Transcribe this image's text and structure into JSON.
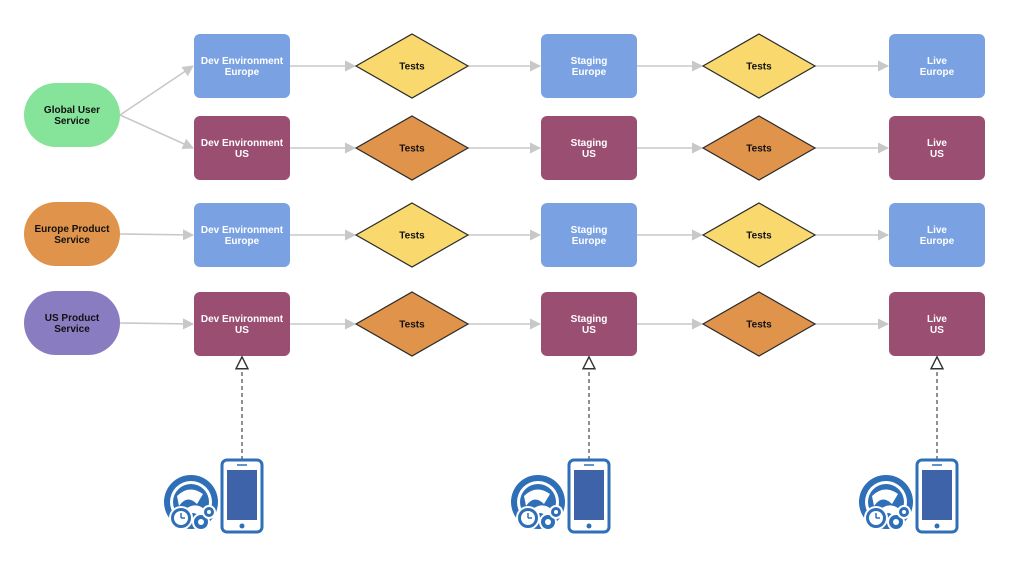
{
  "colors": {
    "blue": "#7aa2e3",
    "maroon": "#9a4e72",
    "yellow": "#f9d96e",
    "orange": "#e0934a",
    "green": "#86e39a",
    "purple": "#8a7cc0",
    "connector": "#c8c8c8",
    "dashed": "#555555",
    "icon_blue": "#2e6fb8"
  },
  "services": [
    {
      "name": "global",
      "lines": [
        "Global User",
        "Service"
      ],
      "color": "green"
    },
    {
      "name": "europe-product",
      "lines": [
        "Europe Product",
        "Service"
      ],
      "color": "orange"
    },
    {
      "name": "us-product",
      "lines": [
        "US Product",
        "Service"
      ],
      "color": "purple"
    }
  ],
  "pipelines": [
    {
      "region": "europe",
      "dev": {
        "lines": [
          "Dev Environment",
          "Europe"
        ],
        "color": "blue"
      },
      "test1": {
        "label": "Tests",
        "color": "yellow"
      },
      "staging": {
        "lines": [
          "Staging",
          "Europe"
        ],
        "color": "blue"
      },
      "test2": {
        "label": "Tests",
        "color": "yellow"
      },
      "live": {
        "lines": [
          "Live",
          "Europe"
        ],
        "color": "blue"
      }
    },
    {
      "region": "us",
      "dev": {
        "lines": [
          "Dev Environment",
          "US"
        ],
        "color": "maroon"
      },
      "test1": {
        "label": "Tests",
        "color": "orange"
      },
      "staging": {
        "lines": [
          "Staging",
          "US"
        ],
        "color": "maroon"
      },
      "test2": {
        "label": "Tests",
        "color": "orange"
      },
      "live": {
        "lines": [
          "Live",
          "US"
        ],
        "color": "maroon"
      }
    },
    {
      "region": "europe",
      "dev": {
        "lines": [
          "Dev Environment",
          "Europe"
        ],
        "color": "blue"
      },
      "test1": {
        "label": "Tests",
        "color": "yellow"
      },
      "staging": {
        "lines": [
          "Staging",
          "Europe"
        ],
        "color": "blue"
      },
      "test2": {
        "label": "Tests",
        "color": "yellow"
      },
      "live": {
        "lines": [
          "Live",
          "Europe"
        ],
        "color": "blue"
      }
    },
    {
      "region": "us",
      "dev": {
        "lines": [
          "Dev Environment",
          "US"
        ],
        "color": "maroon"
      },
      "test1": {
        "label": "Tests",
        "color": "orange"
      },
      "staging": {
        "lines": [
          "Staging",
          "US"
        ],
        "color": "maroon"
      },
      "test2": {
        "label": "Tests",
        "color": "orange"
      },
      "live": {
        "lines": [
          "Live",
          "US"
        ],
        "color": "maroon"
      }
    }
  ],
  "service_links": [
    {
      "service": "global",
      "pipelines": [
        0,
        1
      ]
    },
    {
      "service": "europe-product",
      "pipelines": [
        2
      ]
    },
    {
      "service": "us-product",
      "pipelines": [
        3
      ]
    }
  ],
  "devices": [
    {
      "target": "dev",
      "icons": [
        "web-app-icon",
        "mobile-phone-icon"
      ]
    },
    {
      "target": "staging",
      "icons": [
        "web-app-icon",
        "mobile-phone-icon"
      ]
    },
    {
      "target": "live",
      "icons": [
        "web-app-icon",
        "mobile-phone-icon"
      ]
    }
  ]
}
